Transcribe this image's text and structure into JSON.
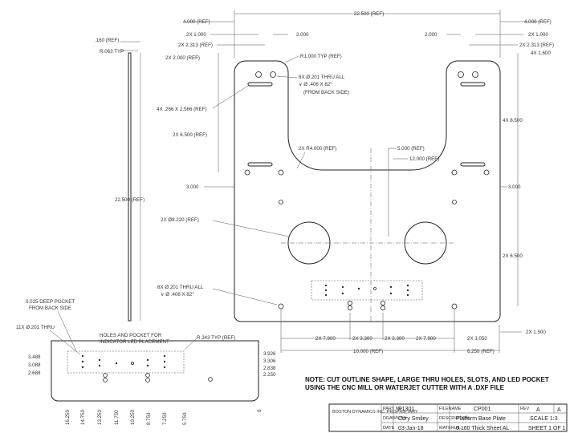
{
  "dims": {
    "overall_width": "22.500 (REF)",
    "left_4000": "4.000 (REF)",
    "right_4000": "4.000 (REF)",
    "left_2x1000": "2X 1.000",
    "right_2x1000": "2X 1.000",
    "left_2000": "2.000",
    "right_2000": "2.000",
    "left_2x2313": "2X 2.313 (REF)",
    "right_2x2313": "2X 2.313 (REF)",
    "left_2x2000": "2X 2.000 (REF)",
    "right_4x1600": "4X 1.600",
    "r1000": "R1.000 TYP (REF)",
    "slots": "4X .266 X 2.566 (REF)",
    "left_6500": "2X 6.500 (REF)",
    "right_4x8500": "4X 8.500",
    "r4000": "2X R4.000 (REF)",
    "d5000": "5.000 (REF)",
    "d12000": "12.000 (REF)",
    "left_3000": "3.000",
    "right_3000": "3.000",
    "height_22500": "22.500 (REF)",
    "big_holes": "2X Ø8.220 (REF)",
    "right_2x6500": "2X 6.500",
    "right_2x1500": "2X 1.500",
    "bot_2x7900_l": "2X 7.900",
    "bot_2x3300_l": "2X 3.300",
    "bot_2x3300_r": "2X 3.300",
    "bot_2x7900_r": "2X 7.900",
    "bot_10000": "10.000 (REF)",
    "bot_2x3050": "2X 3.050",
    "bot_6250": "6.250 (REF)",
    "thk": ".160 (REF)",
    "r063": "R.063 TYP"
  },
  "notes": {
    "holes_8x_line1": "8X Ø.201 THRU ALL",
    "holes_8x_line2": "∨ Ø .406 X 82°",
    "holes_8x_line3": "(FROM BACK SIDE)",
    "holes_8x_b1": "8X Ø.201 THRU ALL",
    "holes_8x_b2": "∨ Ø .406 X 82°",
    "pocket_1": "0.025 DEEP POCKET",
    "pocket_2": "FROM BACK SIDE",
    "holes_11x": "11X Ø.201 THRU",
    "led_1": "HOLES AND POCKET FOR",
    "led_2": "INDICATOR LED PLACEMENT",
    "r343": "R.343 TYP (REF)",
    "cut_note_1": "NOTE: CUT OUTLINE SHAPE, LARGE THRU HOLES, SLOTS, AND LED POCKET",
    "cut_note_2": "USING THE CNC MILL OR WATERJET CUTTER WITH A .DXF FILE"
  },
  "detail": {
    "left_dims": [
      "3.488",
      "3.088",
      "2.688"
    ],
    "right_dims": [
      "3.926",
      "3.306",
      "2.838",
      "2.250"
    ],
    "bottom_dims": [
      "16.250",
      "14.750",
      "13.250",
      "11.750",
      "10.250",
      "8.750",
      "7.250",
      "5.750",
      "0"
    ]
  },
  "title_block": {
    "company": "BOSTON DYNAMICS INC. PROPRIETARY",
    "part_label": "PART NO",
    "part_no": "P1301",
    "title_label": "FILENAME",
    "part_code": "CP001",
    "drawn_label": "DRAWN BY",
    "drawn_by": "Cory Smiley",
    "desc_label": "DESCRIPTION",
    "description": "Platform Base Plate",
    "date_label": "DATE",
    "date": "03-Jan-18",
    "mat_label": "MATERIAL",
    "material": "0.160 Thick Sheet AL",
    "rev_label": "REV",
    "rev_a1": "A",
    "rev_a2": "A",
    "scale": "SCALE 1:3",
    "sheet": "SHEET 1 OF 1"
  }
}
